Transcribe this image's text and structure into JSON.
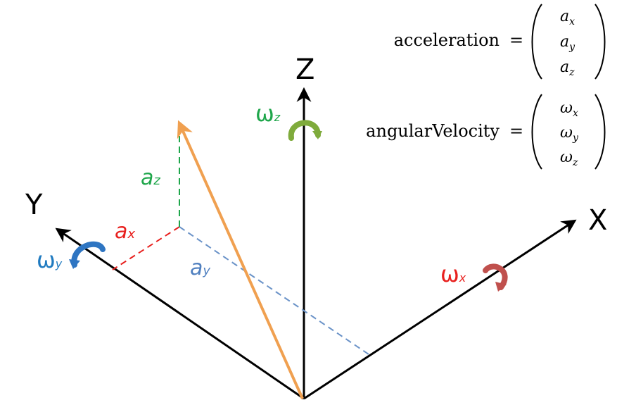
{
  "axes": {
    "x_label": "X",
    "y_label": "Y",
    "z_label": "Z"
  },
  "components": {
    "ax": {
      "main": "a",
      "sub": "x",
      "color": "#e8201e"
    },
    "ay": {
      "main": "a",
      "sub": "y",
      "color": "#4f7fbf"
    },
    "az": {
      "main": "a",
      "sub": "z",
      "color": "#1fa64b"
    }
  },
  "rotations": {
    "wx": {
      "main": "ω",
      "sub": "x",
      "color": "#e8201e",
      "arrow_color": "#c0504d"
    },
    "wy": {
      "main": "ω",
      "sub": "y",
      "color": "#1f7ac0",
      "arrow_color": "#2e75c2"
    },
    "wz": {
      "main": "ω",
      "sub": "z",
      "color": "#1fa64b",
      "arrow_color": "#7fab3c"
    }
  },
  "equations": {
    "acceleration": {
      "name": "acceleration",
      "equals": "=",
      "entries": [
        {
          "main": "a",
          "sub": "x"
        },
        {
          "main": "a",
          "sub": "y"
        },
        {
          "main": "a",
          "sub": "z"
        }
      ]
    },
    "angular_velocity": {
      "name": "angularVelocity",
      "equals": "=",
      "entries": [
        {
          "main": "ω",
          "sub": "x"
        },
        {
          "main": "ω",
          "sub": "y"
        },
        {
          "main": "ω",
          "sub": "z"
        }
      ]
    }
  },
  "colors": {
    "axis": "#000000",
    "vector": "#f0a050",
    "ax_dash": "#e8201e",
    "ay_dash": "#6b93c8",
    "az_dash": "#1fa64b"
  }
}
